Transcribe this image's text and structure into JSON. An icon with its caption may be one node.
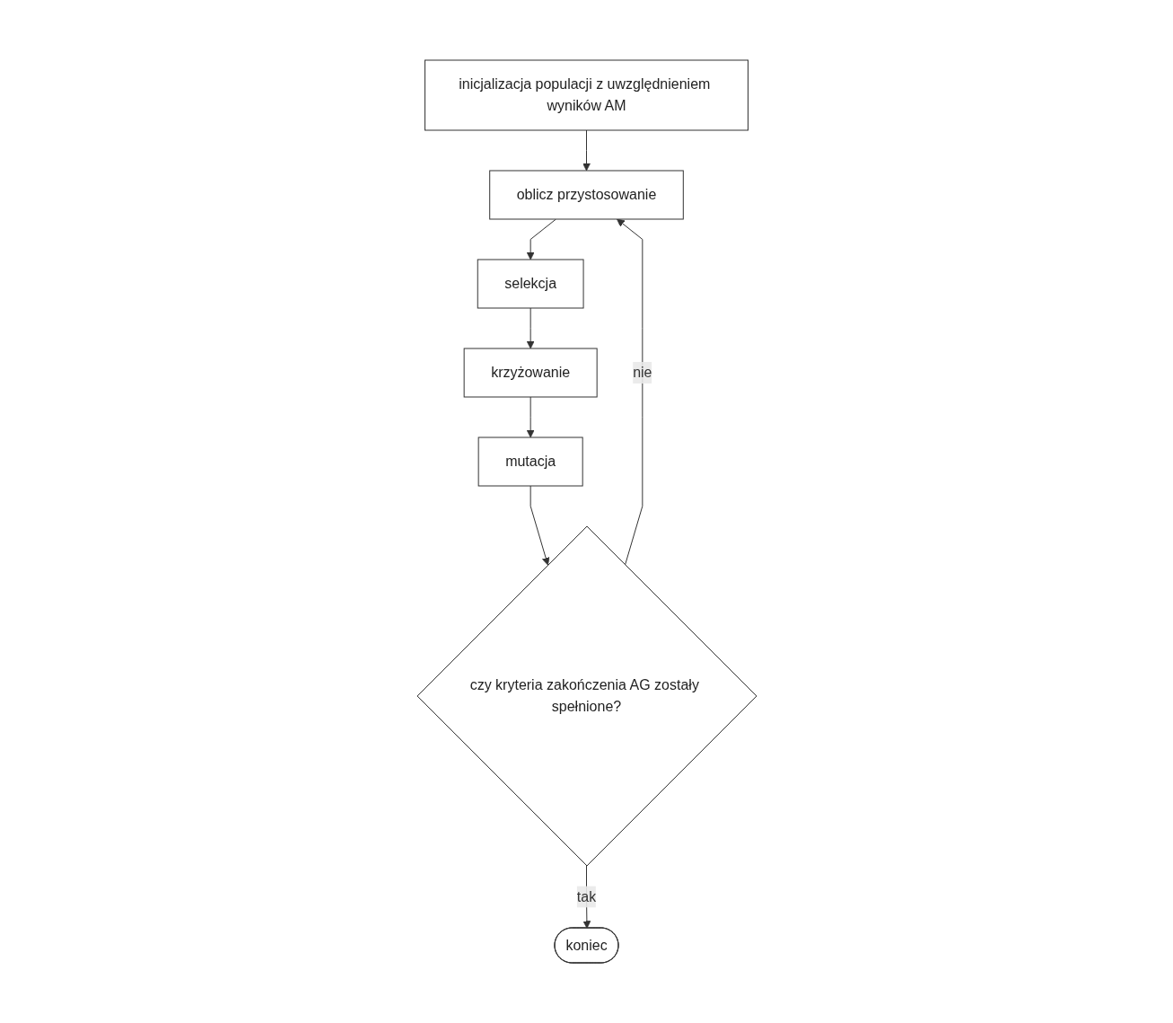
{
  "diagram": {
    "nodes": [
      {
        "text": [
          "inicjalizacja populacji z uwzględnieniem wyników AM"
        ]
      },
      {
        "text": [
          "oblicz przystosowanie"
        ]
      },
      {
        "text": [
          "selekcja"
        ]
      },
      {
        "text": [
          "krzyżowanie"
        ]
      },
      {
        "text": [
          "mutacja"
        ]
      },
      {
        "text": [
          "czy kryteria zakończenia AG zostały spełnione?"
        ]
      },
      {
        "text": [
          "koniec"
        ]
      }
    ],
    "edges": [
      {
        "from": 0,
        "to": 1,
        "arrow": "to"
      },
      {
        "from": 1,
        "to": 2,
        "arrow": "to"
      },
      {
        "from": 2,
        "to": 3,
        "arrow": "to"
      },
      {
        "from": 3,
        "to": 4,
        "arrow": "to"
      },
      {
        "from": 4,
        "to": 5,
        "arrow": "to"
      },
      {
        "from": 5,
        "to": 1,
        "label": "nie",
        "arrow": "to"
      },
      {
        "from": 5,
        "to": 6,
        "label": "tak",
        "arrow": "to"
      }
    ]
  }
}
